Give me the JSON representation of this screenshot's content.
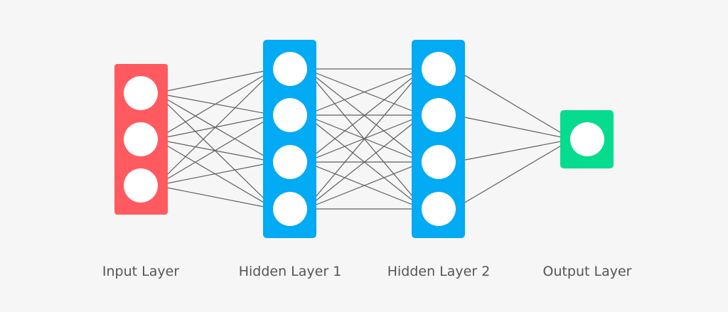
{
  "diagram": {
    "background_color": "#f6f6f6",
    "connection_color": "#5f5f5f",
    "neuron_color": "#ffffff",
    "layers": [
      {
        "id": "input",
        "label": "Input Layer",
        "color": "#ff5a5f",
        "neurons": 3
      },
      {
        "id": "hidden-1",
        "label": "Hidden Layer 1",
        "color": "#03aaf4",
        "neurons": 4
      },
      {
        "id": "hidden-2",
        "label": "Hidden Layer 2",
        "color": "#03aaf4",
        "neurons": 4
      },
      {
        "id": "output",
        "label": "Output Layer",
        "color": "#06dc8f",
        "neurons": 1
      }
    ],
    "connectivity": "fully-connected"
  }
}
